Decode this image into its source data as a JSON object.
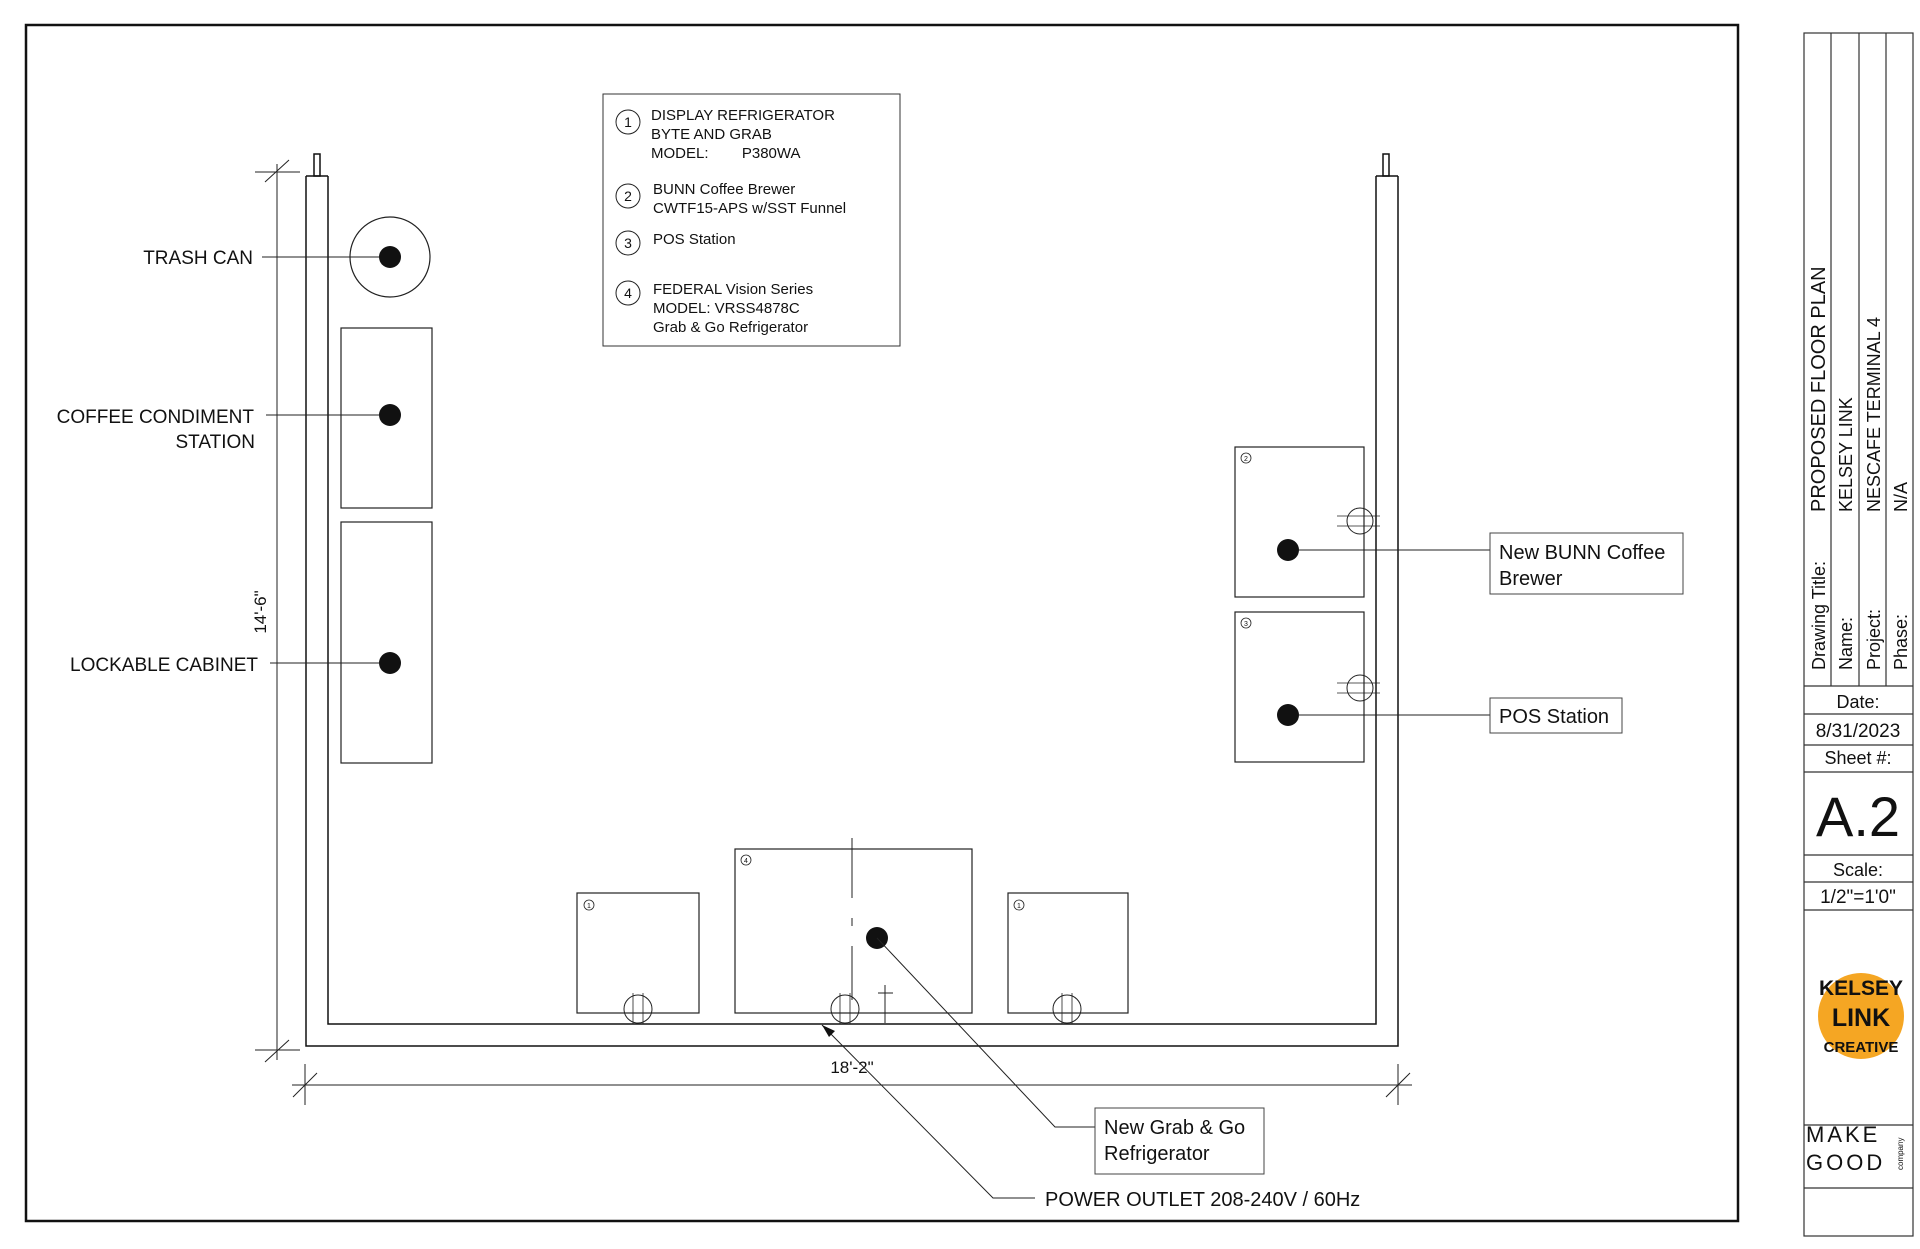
{
  "legend": {
    "items": [
      {
        "num": "1",
        "lines": [
          "DISPLAY REFRIGERATOR",
          "BYTE AND GRAB",
          "MODEL:        P380WA"
        ]
      },
      {
        "num": "2",
        "lines": [
          "BUNN Coffee Brewer",
          "CWTF15-APS w/SST Funnel"
        ]
      },
      {
        "num": "3",
        "lines": [
          "POS Station"
        ]
      },
      {
        "num": "4",
        "lines": [
          "FEDERAL Vision Series",
          "MODEL: VRSS4878C",
          "Grab & Go Refrigerator"
        ]
      }
    ]
  },
  "callouts": {
    "trash_can": "TRASH CAN",
    "coffee_condiment_line1": "COFFEE CONDIMENT",
    "coffee_condiment_line2": "STATION",
    "lockable_cabinet": "LOCKABLE CABINET",
    "bunn_line1": "New BUNN Coffee",
    "bunn_line2": "Brewer",
    "pos_station": "POS Station",
    "grab_go_line1": "New Grab & Go",
    "grab_go_line2": "Refrigerator",
    "power_outlet": "POWER OUTLET 208-240V / 60Hz"
  },
  "dimensions": {
    "height": "14'-6\"",
    "width": "18'-2\""
  },
  "equipment_tags": {
    "bunn": "2",
    "pos": "3",
    "fridge_left": "1",
    "grab_go": "4",
    "fridge_right": "1"
  },
  "title_block": {
    "drawing_title_label": "Drawing Title:",
    "drawing_title": "PROPOSED FLOOR PLAN",
    "name_label": "Name:",
    "name": "KELSEY LINK",
    "project_label": "Project:",
    "project": "NESCAFE TERMINAL 4",
    "phase_label": "Phase:",
    "phase": "N/A",
    "date_label": "Date:",
    "date": "8/31/2023",
    "sheet_label": "Sheet #:",
    "sheet": "A.2",
    "scale_label": "Scale:",
    "scale": "1/2\"=1'0\"",
    "logo_line1": "KELSEY",
    "logo_line2": "LINK",
    "logo_line3": "CREATIVE",
    "mg_line1": "MAKE",
    "mg_line2": "GOOD",
    "mg_company": "company"
  },
  "colors": {
    "line": "#111111",
    "logo_orange": "#F5A623"
  }
}
